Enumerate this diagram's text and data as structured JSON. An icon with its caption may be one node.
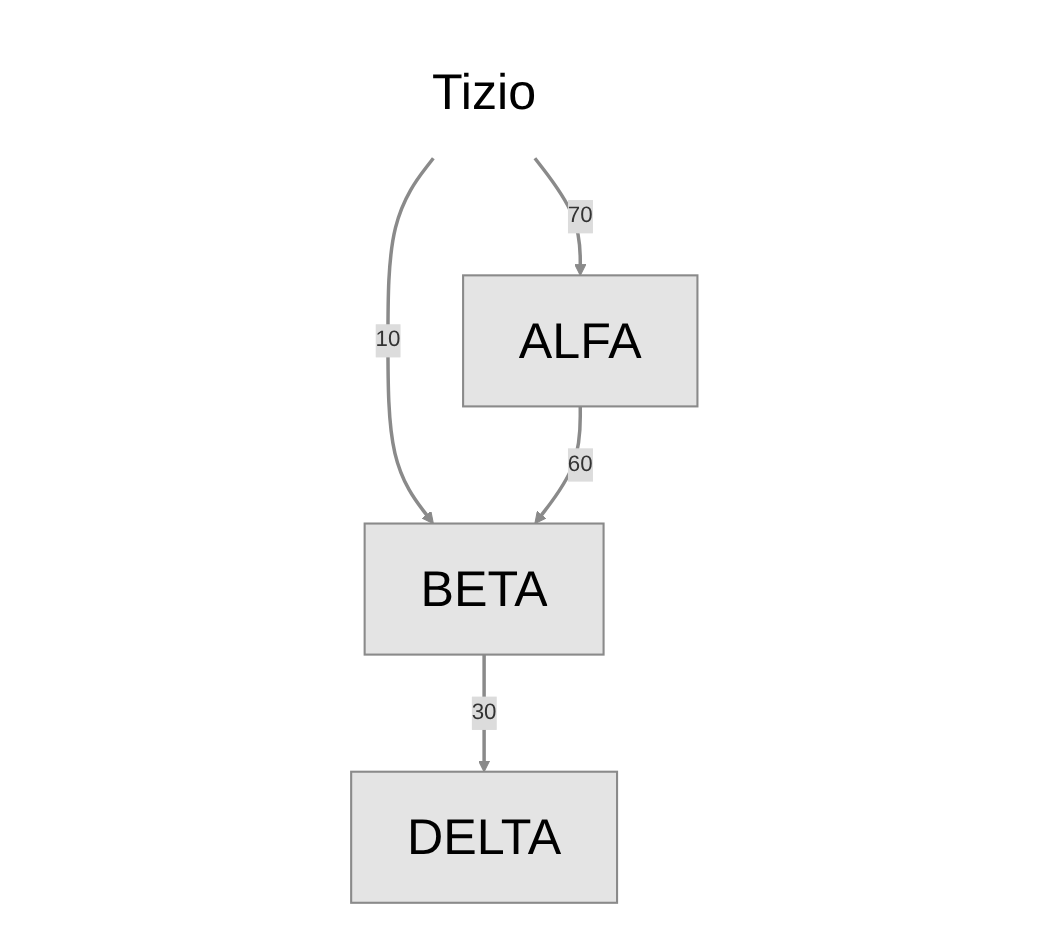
{
  "diagram": {
    "nodes": [
      {
        "text": [
          "Tizio"
        ]
      },
      {
        "text": [
          "BETA"
        ]
      },
      {
        "text": [
          "ALFA"
        ]
      },
      {
        "text": [
          "DELTA"
        ]
      }
    ],
    "edges": [
      {
        "from": 0,
        "to": 1,
        "arrow": "to",
        "label": "10"
      },
      {
        "from": 0,
        "to": 2,
        "arrow": "to",
        "label": "70"
      },
      {
        "from": 2,
        "to": 1,
        "arrow": "to",
        "label": "60"
      },
      {
        "from": 1,
        "to": 3,
        "arrow": "to",
        "label": "30"
      }
    ]
  }
}
